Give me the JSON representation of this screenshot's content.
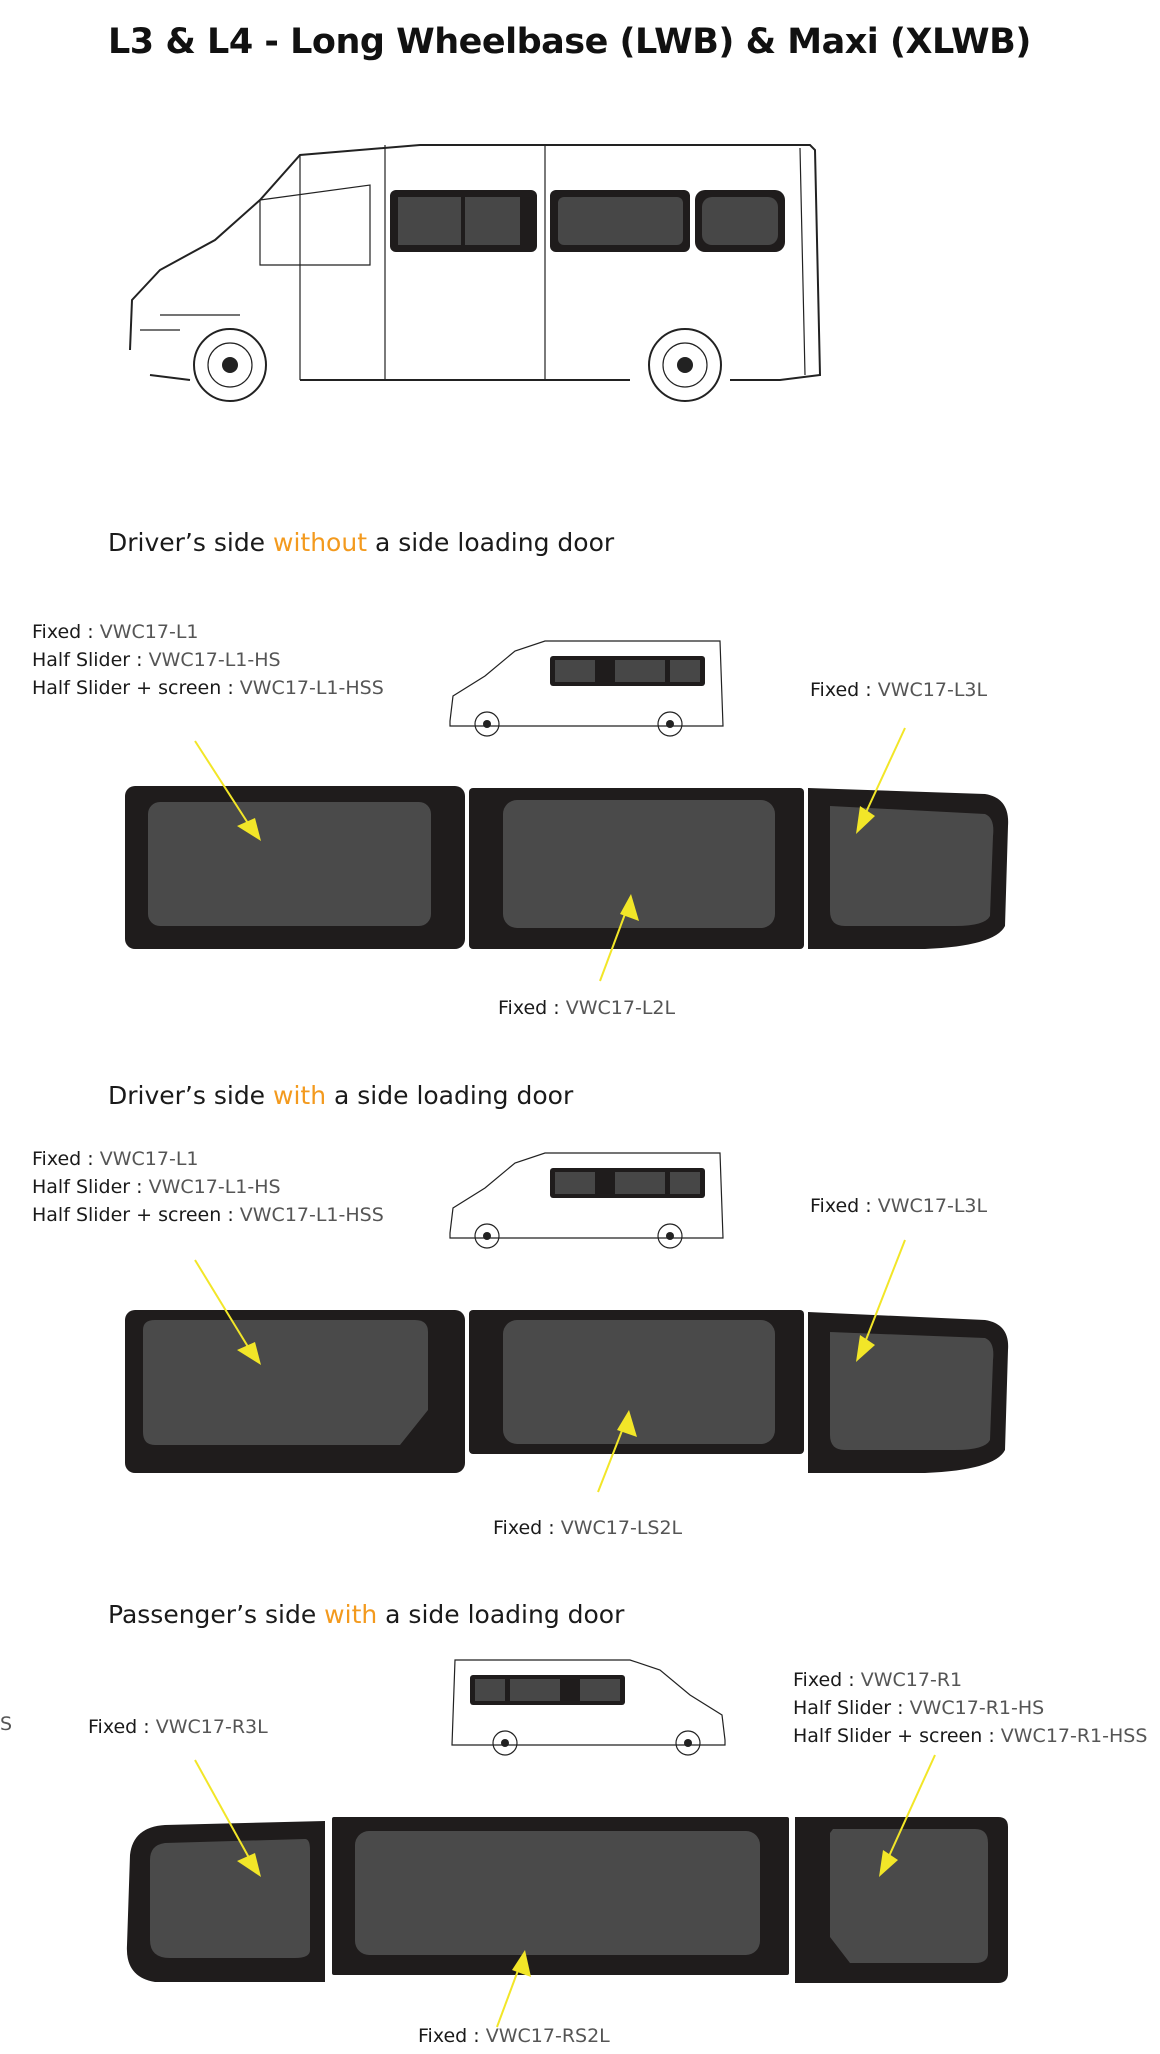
{
  "title": "L3 & L4 - Long Wheelbase (LWB) & Maxi (XLWB)",
  "sections": [
    {
      "heading_pre": "Driver’s side ",
      "heading_accent": "without",
      "heading_post": " a side loading door",
      "labels": {
        "front": [
          {
            "type": "Fixed",
            "code": "VWC17-L1"
          },
          {
            "type": "Half Slider",
            "code": "VWC17-L1-HS"
          },
          {
            "type": "Half Slider + screen",
            "code": "VWC17-L1-HSS"
          }
        ],
        "middle": {
          "type": "Fixed",
          "code": "VWC17-L2L"
        },
        "rear": {
          "type": "Fixed",
          "code": "VWC17-L3L"
        }
      }
    },
    {
      "heading_pre": "Driver’s side ",
      "heading_accent": "with",
      "heading_post": " a side loading door",
      "labels": {
        "front": [
          {
            "type": "Fixed",
            "code": "VWC17-L1"
          },
          {
            "type": "Half Slider",
            "code": "VWC17-L1-HS"
          },
          {
            "type": "Half Slider + screen",
            "code": "VWC17-L1-HSS"
          }
        ],
        "middle": {
          "type": "Fixed",
          "code": "VWC17-LS2L"
        },
        "rear": {
          "type": "Fixed",
          "code": "VWC17-L3L"
        }
      }
    },
    {
      "heading_pre": "Passenger’s side ",
      "heading_accent": "with",
      "heading_post": " a side loading door",
      "labels": {
        "rear": {
          "type": "Fixed",
          "code": "VWC17-R3L"
        },
        "front": [
          {
            "type": "Fixed",
            "code": "VWC17-R1"
          },
          {
            "type": "Half Slider",
            "code": "VWC17-R1-HS"
          },
          {
            "type": "Half Slider + screen",
            "code": "VWC17-R1-HSS"
          }
        ],
        "middle": {
          "type": "Fixed",
          "code": "VWC17-RS2L"
        }
      }
    }
  ],
  "stray_glyph": "S",
  "colors": {
    "accent": "#f39a1e",
    "arrow": "#f2e628",
    "frame": "#1f1c1c",
    "pane": "#4a4a4a"
  }
}
